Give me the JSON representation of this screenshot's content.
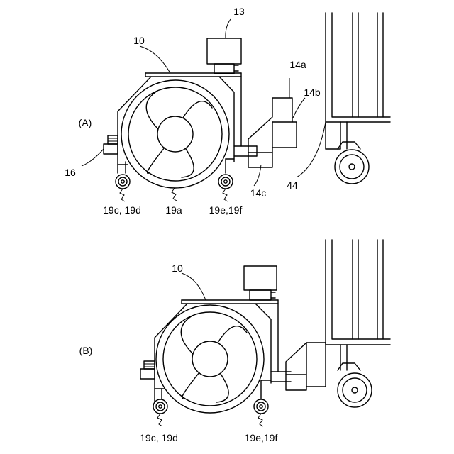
{
  "figures": [
    {
      "id": "A",
      "label": "(A)",
      "refs": {
        "body": "10",
        "motor": "13",
        "bracket_top": "14a",
        "bracket_side": "14b",
        "bracket_bottom": "14c",
        "handle": "16",
        "caster_left": "19c, 19d",
        "wheel": "19a",
        "caster_right": "19e,19f",
        "cart": "44"
      }
    },
    {
      "id": "B",
      "label": "(B)",
      "refs": {
        "body": "10",
        "caster_left": "19c, 19d",
        "caster_right": "19e,19f"
      }
    }
  ]
}
